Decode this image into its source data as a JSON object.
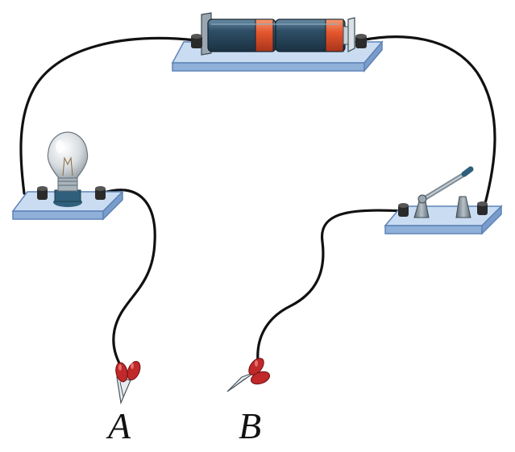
{
  "labels": {
    "clip_a": "A",
    "clip_b": "B"
  },
  "colors": {
    "wire": "#111111",
    "board_top": "#c9dcf2",
    "board_side": "#8fb0d8",
    "board_edge": "#5f83b6",
    "battery_body": "#2e4f66",
    "battery_band": "#e4572e",
    "terminal": "#2a2a2a",
    "bulb_glass": "#d7dce0",
    "bulb_base": "#2f5f7a",
    "switch_metal": "#7f8c96",
    "clip_red": "#c0282a"
  },
  "components": {
    "battery": "battery-pack",
    "bulb": "light-bulb",
    "switch": "knife-switch",
    "clip_a": "alligator-clip",
    "clip_b": "alligator-clip"
  }
}
